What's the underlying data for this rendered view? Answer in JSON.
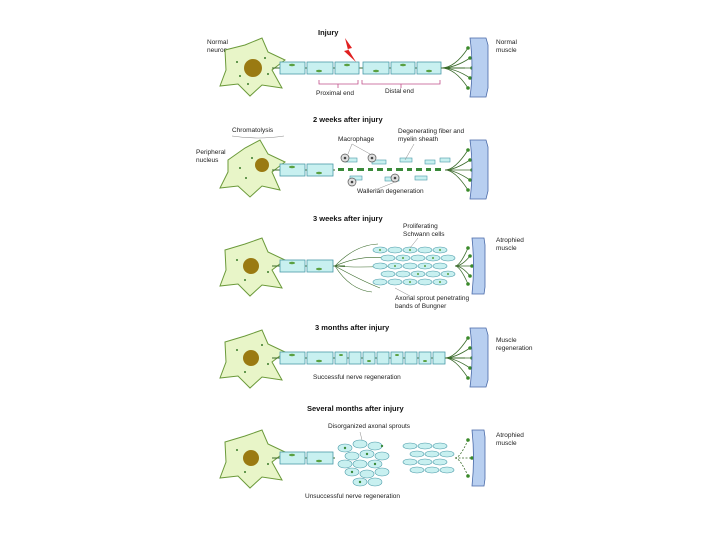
{
  "labels": {
    "injury": "Injury",
    "normal_neuron_1": "Normal",
    "normal_neuron_2": "neuron",
    "normal_muscle_1": "Normal",
    "normal_muscle_2": "muscle",
    "proximal_end": "Proximal end",
    "distal_end": "Distal end",
    "chromatolysis": "Chromatolysis",
    "peripheral_nucleus_1": "Peripheral",
    "peripheral_nucleus_2": "nucleus",
    "macrophage": "Macrophage",
    "degenerating_1": "Degenerating fiber and",
    "degenerating_2": "myelin sheath",
    "wallerian": "Wallerian degeneration",
    "proliferating_1": "Proliferating",
    "proliferating_2": "Schwann cells",
    "atrophied_1": "Atrophied",
    "atrophied_2": "muscle",
    "axonal_sprout_1": "Axonal sprout penetrating",
    "axonal_sprout_2": "bands of Bungner",
    "muscle_regen_1": "Muscle",
    "muscle_regen_2": "regeneration",
    "successful": "Successful nerve regeneration",
    "disorganized": "Disorganized axonal sprouts",
    "atrophied_b_1": "Atrophied",
    "atrophied_b_2": "muscle",
    "unsuccessful": "Unsuccessful nerve regeneration"
  },
  "stage_titles": {
    "two_weeks": "2  weeks after injury",
    "three_weeks": "3  weeks after injury",
    "three_months": "3  months after injury",
    "several_months": "Several months after injury"
  },
  "colors": {
    "cell_body": "#e8f5c8",
    "cell_outline": "#6b9a3a",
    "nucleus": "#9a7a12",
    "myelin": "#c8f0f0",
    "myelin_stroke": "#4a9aa8",
    "node_green": "#5aa040",
    "muscle": "#b8cff0",
    "muscle_stroke": "#4a6aa8",
    "injury_bolt": "#e02020",
    "degeneration": "#3a8a3a",
    "bracket": "#c0508a"
  }
}
